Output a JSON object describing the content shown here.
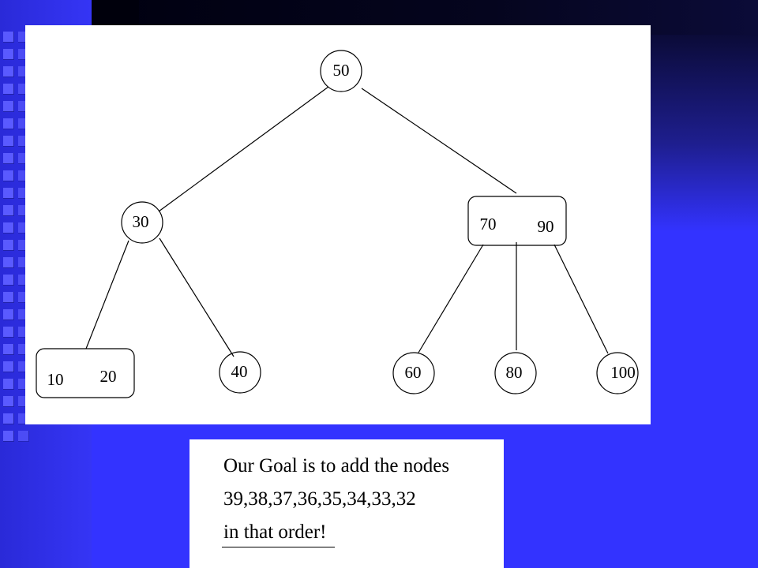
{
  "diagram": {
    "nodes": {
      "root": "50",
      "left_child": "30",
      "right_child_a": "70",
      "right_child_b": "90",
      "leaf_a1": "10",
      "leaf_a2": "20",
      "leaf_b": "40",
      "leaf_c": "60",
      "leaf_d": "80",
      "leaf_e": "100"
    }
  },
  "goal": {
    "line1": "Our Goal is to add the nodes",
    "line2": "39,38,37,36,35,34,33,32",
    "line3": "in that order!"
  },
  "colors": {
    "slide_background": "#3333ff",
    "panel_background": "#ffffff",
    "ink": "#000000"
  }
}
